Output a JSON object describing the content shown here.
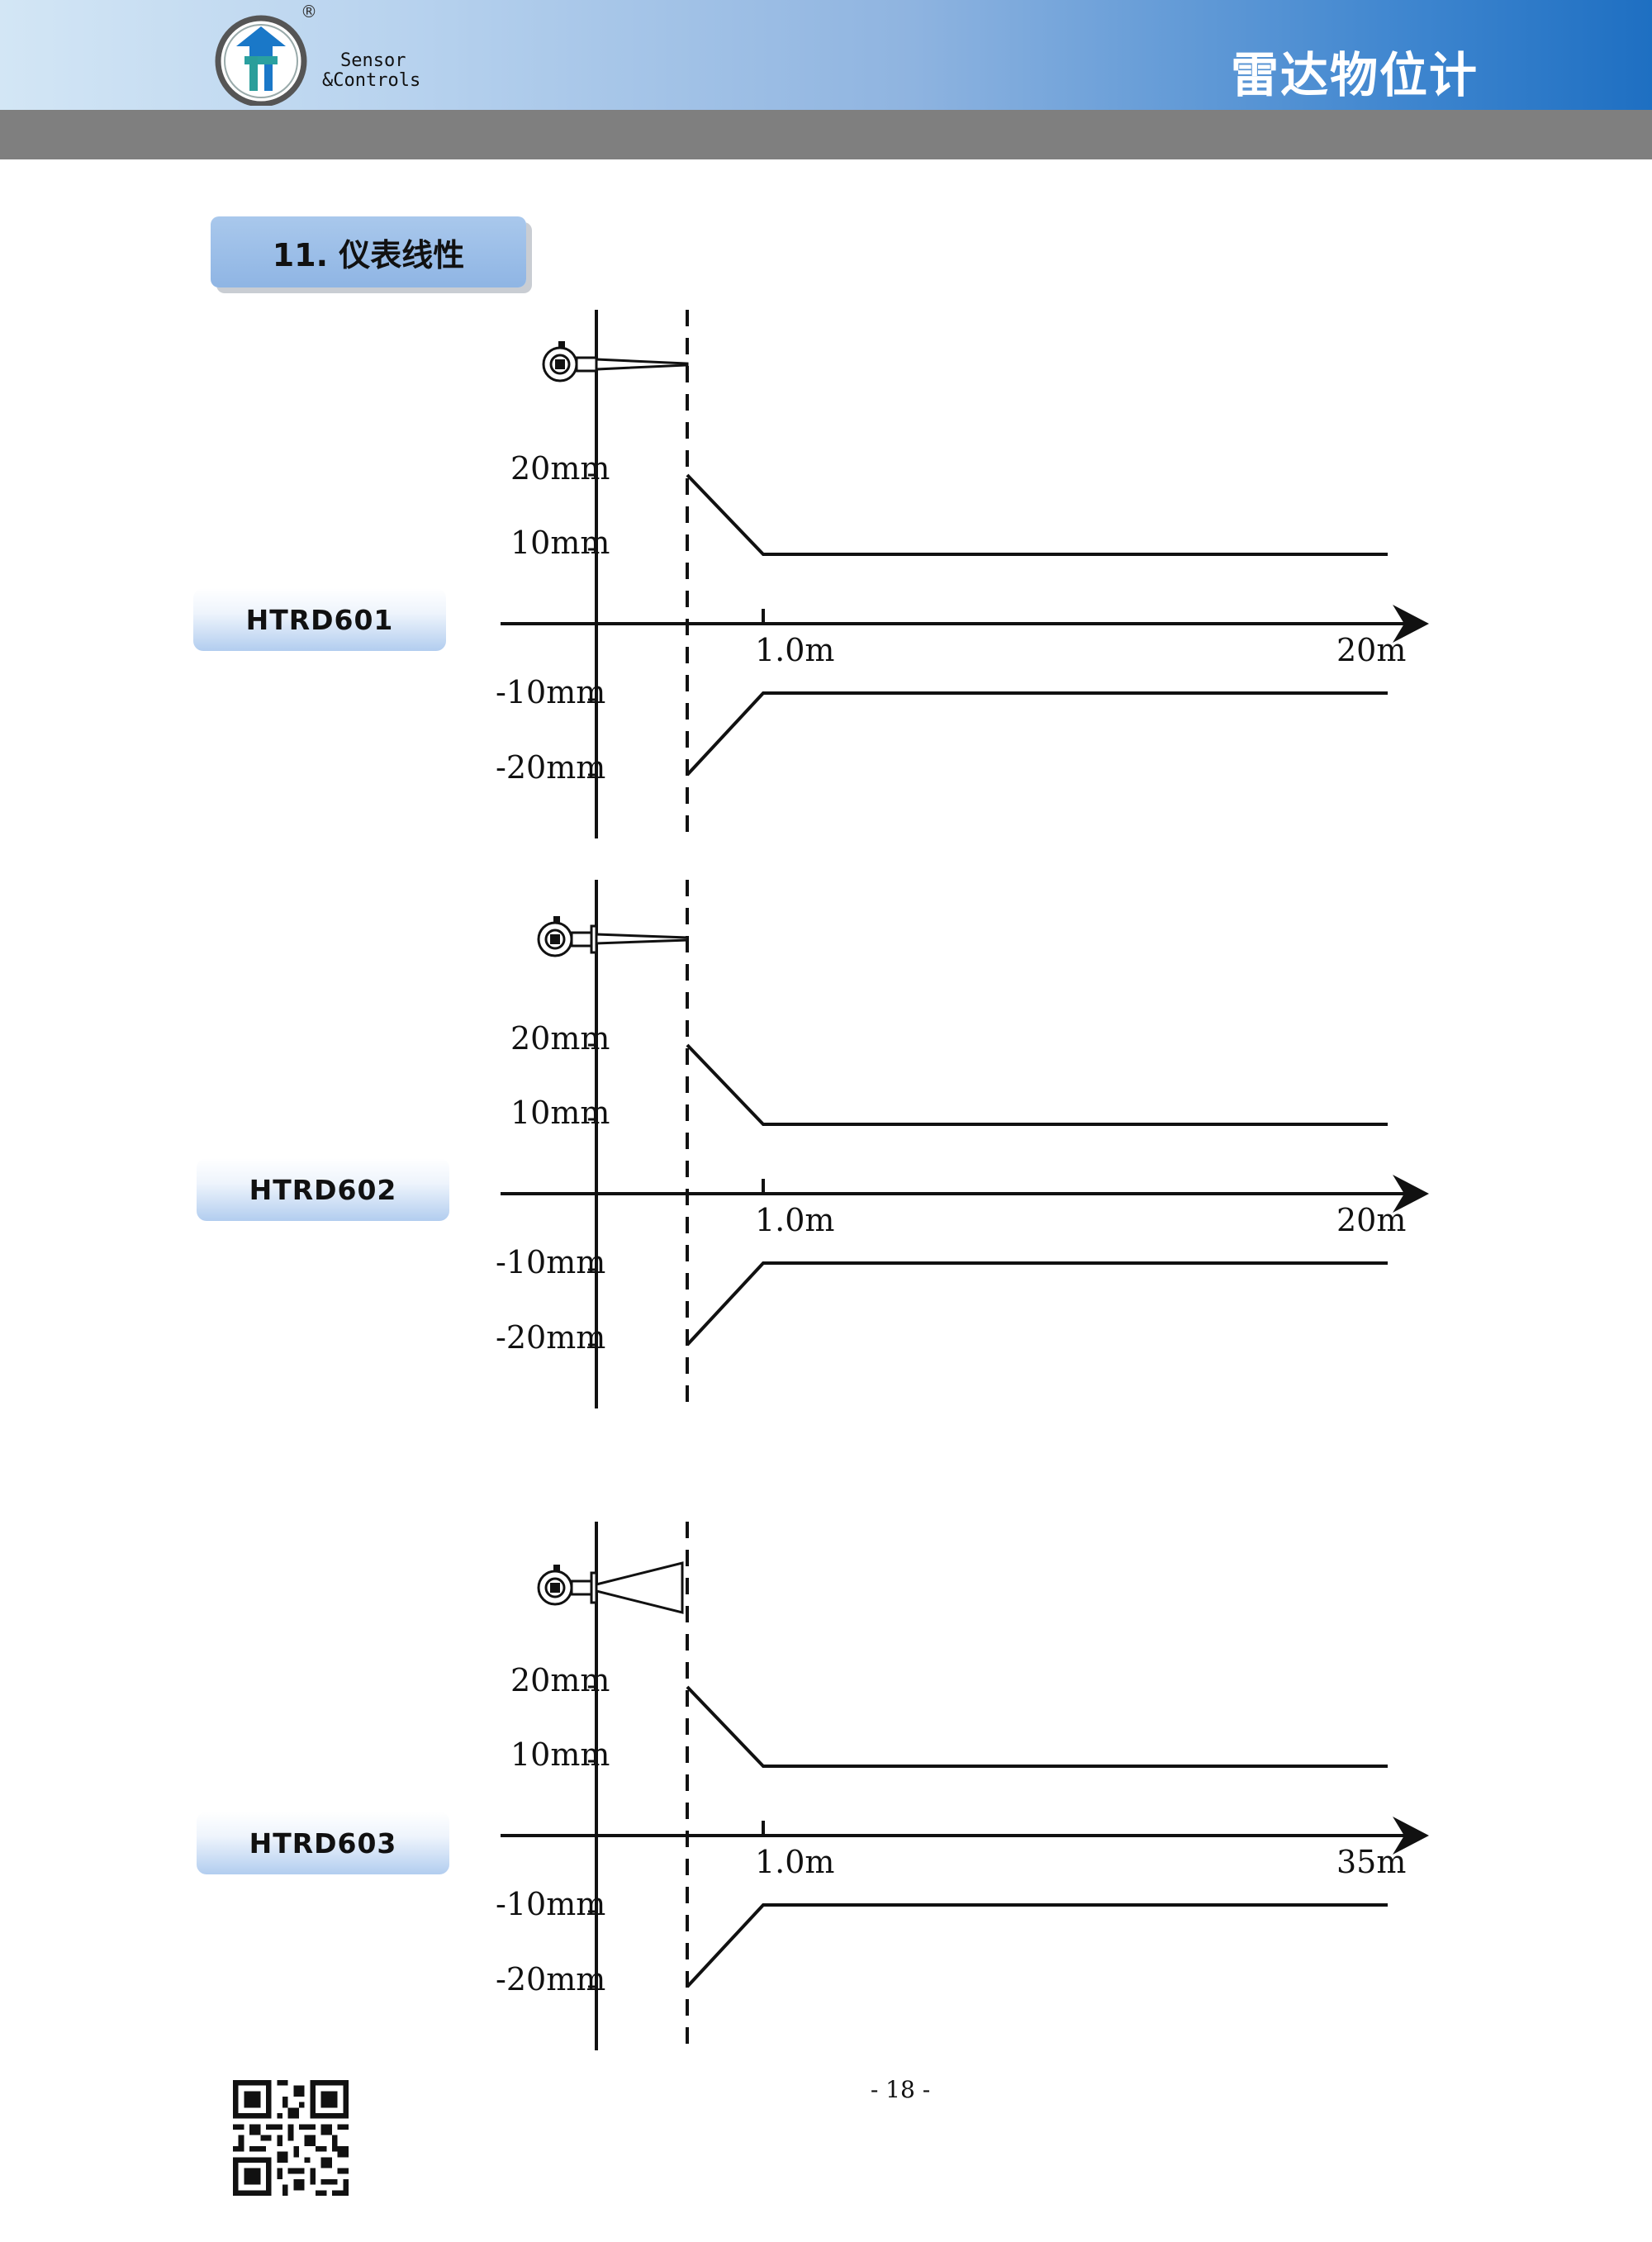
{
  "header": {
    "brand_line1": "Sensor",
    "brand_line2": "&Controls",
    "registered_mark": "®",
    "title": "雷达物位计",
    "colors": {
      "band_start": "#d3e6f5",
      "band_end": "#1e6fc2",
      "gray_band": "#7f7f7f"
    }
  },
  "section": {
    "title": "11. 仪表线性"
  },
  "diagrams": [
    {
      "model": "HTRD601",
      "antenna": "rod-antenna",
      "y_labels": {
        "pos20": "20mm",
        "pos10": "10mm",
        "neg10": "-10mm",
        "neg20": "-20mm"
      },
      "x_tick_label": "1.0m",
      "x_end_label": "20m"
    },
    {
      "model": "HTRD602",
      "antenna": "rod-antenna",
      "y_labels": {
        "pos20": "20mm",
        "pos10": "10mm",
        "neg10": "-10mm",
        "neg20": "-20mm"
      },
      "x_tick_label": "1.0m",
      "x_end_label": "20m"
    },
    {
      "model": "HTRD603",
      "antenna": "horn-antenna",
      "y_labels": {
        "pos20": "20mm",
        "pos10": "10mm",
        "neg10": "-10mm",
        "neg20": "-20mm"
      },
      "x_tick_label": "1.0m",
      "x_end_label": "35m"
    }
  ],
  "footer": {
    "page_number": "- 18 -",
    "qr_icon": "qr-code-icon"
  }
}
